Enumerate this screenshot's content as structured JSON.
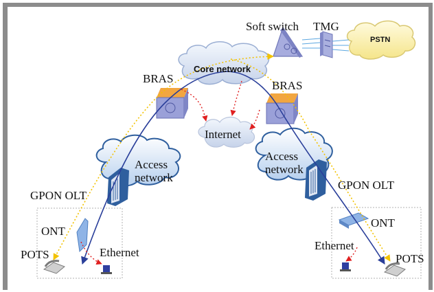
{
  "diagram": {
    "labels": {
      "soft_switch": "Soft switch",
      "tmg": "TMG",
      "pstn": "PSTN",
      "core_network": "Core network",
      "bras_left": "BRAS",
      "bras_right": "BRAS",
      "internet": "Internet",
      "access_network_left": "Access\nnetwork",
      "access_network_right": "Access\nnetwork",
      "gpon_olt_left": "GPON OLT",
      "gpon_olt_right": "GPON OLT",
      "ont_left": "ONT",
      "ont_right": "ONT",
      "pots_left": "POTS",
      "pots_right": "POTS",
      "ethernet_left": "Ethernet",
      "ethernet_right": "Ethernet"
    },
    "colors": {
      "frame_border": "#8c8c8c",
      "cloud_fill": "#e4ecf7",
      "cloud_stroke": "#9aaed3",
      "pstn_fill": "#fbf4c0",
      "pstn_stroke": "#d9c872",
      "data_path": "#2a3f9a",
      "voice_path": "#f2c200",
      "internet_path": "#e02020",
      "device_purple": "#9aa0d8",
      "device_orange": "#f2a640",
      "olt_blue": "#2f5f9e"
    },
    "icons": [
      "cloud-icon",
      "soft-switch-icon",
      "tmg-icon",
      "bras-icon",
      "olt-icon",
      "ont-icon",
      "telephone-icon",
      "computer-icon"
    ]
  }
}
